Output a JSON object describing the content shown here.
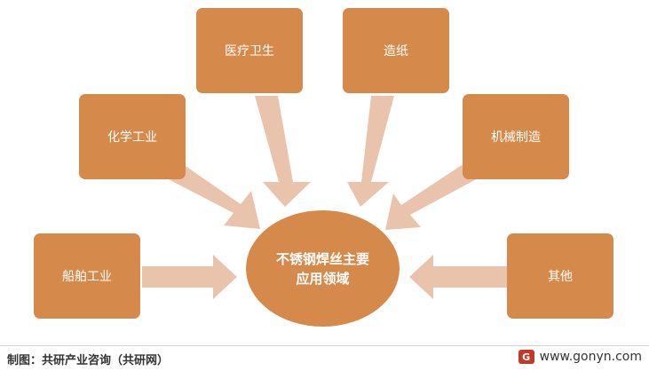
{
  "center": {
    "label": "不锈钢焊丝主要应用领域"
  },
  "nodes": [
    {
      "id": "medical",
      "label": "医疗卫生"
    },
    {
      "id": "paper",
      "label": "造纸"
    },
    {
      "id": "chemical",
      "label": "化学工业"
    },
    {
      "id": "machinery",
      "label": "机械制造"
    },
    {
      "id": "shipping",
      "label": "船舶工业"
    },
    {
      "id": "other",
      "label": "其他"
    }
  ],
  "footer": {
    "source": "制图：共研产业咨询（共研网）",
    "logo_text": "G",
    "url": "www.gonyn.com"
  },
  "colors": {
    "node_fill": "#d58a4b",
    "arrow_fill": "#e9c3ac"
  }
}
